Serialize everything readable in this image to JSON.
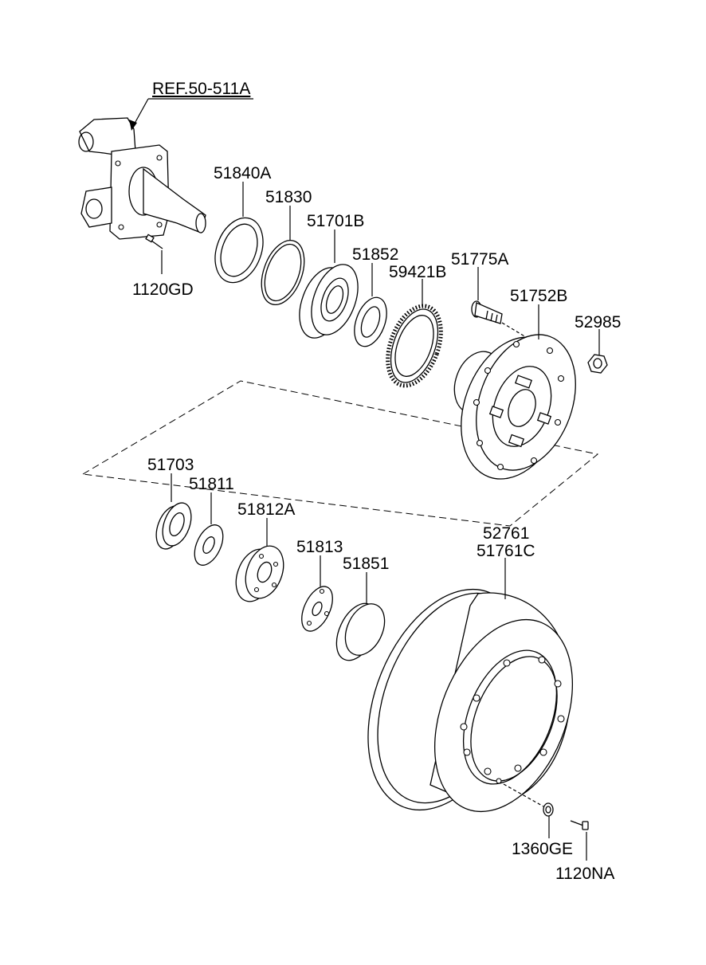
{
  "labels": {
    "ref": "REF.50-511A",
    "p51840a": "51840A",
    "p51830": "51830",
    "p51701b": "51701B",
    "p51852": "51852",
    "p59421b": "59421B",
    "p51775a": "51775A",
    "p51752b": "51752B",
    "p52985": "52985",
    "p1120gd": "1120GD",
    "p51703": "51703",
    "p51811": "51811",
    "p51812a": "51812A",
    "p51813": "51813",
    "p51851": "51851",
    "p52761": "52761",
    "p51761c": "51761C",
    "p1360ge": "1360GE",
    "p1120na": "1120NA"
  }
}
